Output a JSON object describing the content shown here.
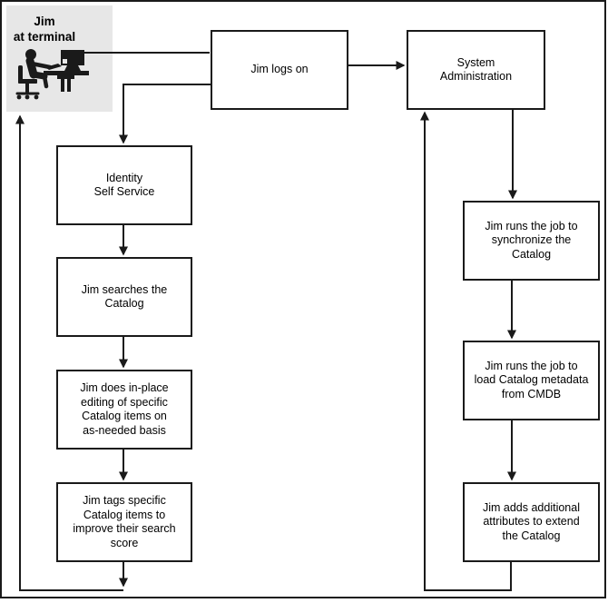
{
  "colors": {
    "line": "#1a1a1a",
    "box_border": "#1a1a1a",
    "box_fill": "#ffffff",
    "actor_bg": "#e7e7e7",
    "text": "#000000"
  },
  "actor": {
    "label": "Jim\nat terminal",
    "icon": "person-at-terminal-icon"
  },
  "nodes": {
    "logs_on": {
      "label": "Jim logs on"
    },
    "system_administration": {
      "label": "System\nAdministration"
    },
    "identity_self_service": {
      "label": "Identity\nSelf Service"
    },
    "searches_catalog": {
      "label": "Jim searches the\nCatalog"
    },
    "inplace_editing": {
      "label": "Jim does in-place\nediting of specific\nCatalog items on\nas-needed basis"
    },
    "tags_items": {
      "label": "Jim tags specific\nCatalog items to\nimprove their search\nscore"
    },
    "sync_catalog": {
      "label": "Jim runs the job to\nsynchronize the\nCatalog"
    },
    "load_metadata": {
      "label": "Jim runs the job to\nload Catalog metadata\nfrom CMDB"
    },
    "add_attributes": {
      "label": "Jim adds additional\nattributes to extend\nthe Catalog"
    }
  }
}
